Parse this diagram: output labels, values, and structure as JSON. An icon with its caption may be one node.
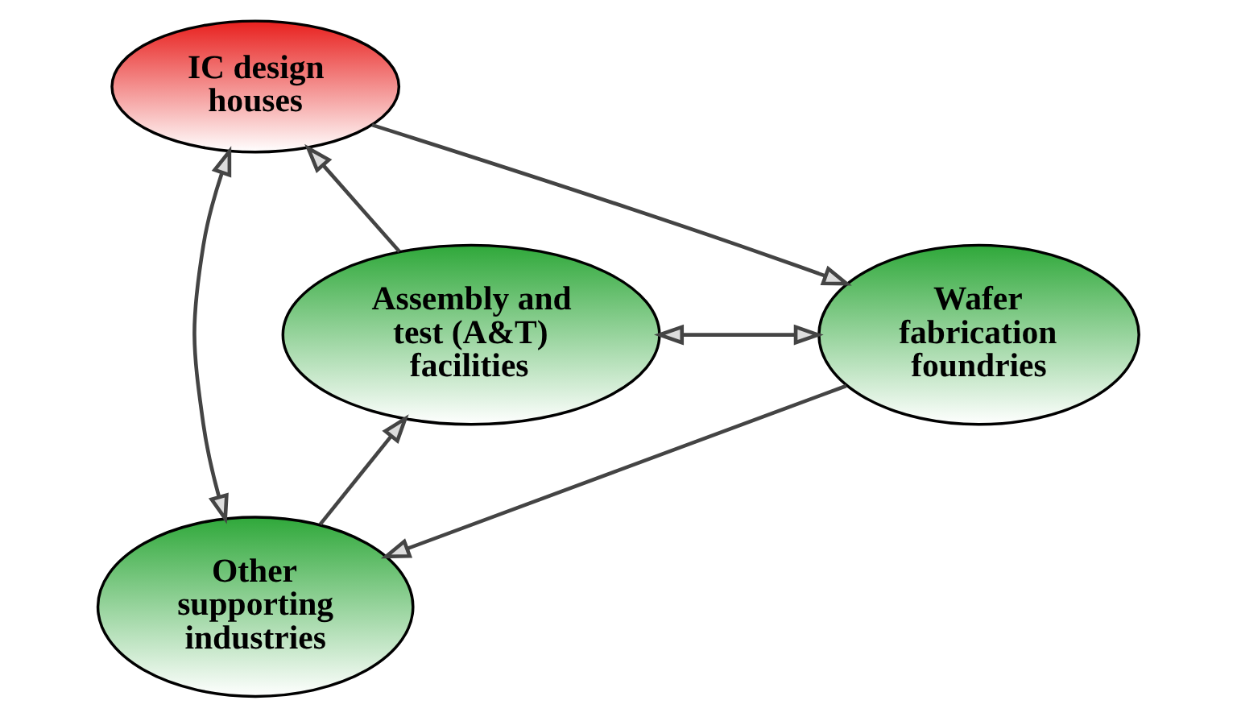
{
  "diagram": {
    "nodes": [
      {
        "text": [
          "IC design houses"
        ]
      },
      {
        "text": [
          "Wafer fabrication foundries"
        ]
      },
      {
        "text": [
          "Other supporting industries"
        ]
      },
      {
        "text": [
          "Assembly and test (A&T) facilities"
        ]
      }
    ],
    "edges": [
      {
        "from": 0,
        "to": 1,
        "arrow": "to"
      },
      {
        "from": 1,
        "to": 2,
        "arrow": "to"
      },
      {
        "from": 2,
        "to": 3,
        "arrow": "to"
      },
      {
        "from": 3,
        "to": 0,
        "arrow": "to"
      },
      {
        "from": 0,
        "to": 2,
        "arrow": "both"
      },
      {
        "from": 3,
        "to": 1,
        "arrow": "both"
      }
    ]
  }
}
